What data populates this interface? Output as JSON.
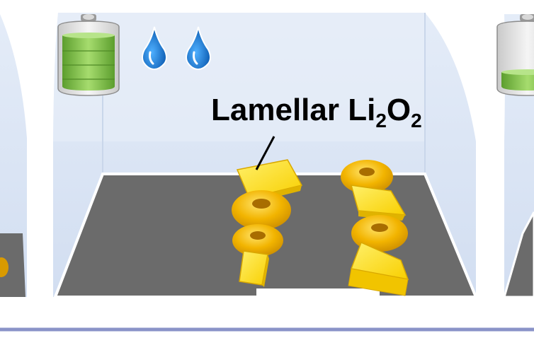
{
  "diagram": {
    "annotation": {
      "main": "Lamellar Li",
      "sub1": "2",
      "mid": "O",
      "sub2": "2"
    },
    "colors": {
      "box_fill": "#dce6f5",
      "box_edge": "#eef3fb",
      "floor": "#6b6b6b",
      "floor_edge": "#ffffff",
      "torus": "#f2b400",
      "plate": "#ffe027",
      "plate_edge": "#d9a800",
      "droplet": "#1f7fd6",
      "battery_green": "#7bc043",
      "baseline": "#8a93c8"
    },
    "icons": {
      "battery_left": "battery-full-icon",
      "battery_right": "battery-low-icon",
      "droplets": [
        "water-drop-icon",
        "water-drop-icon"
      ]
    },
    "battery_levels": {
      "left_panel": 1.0,
      "right_panel": 0.3
    }
  }
}
